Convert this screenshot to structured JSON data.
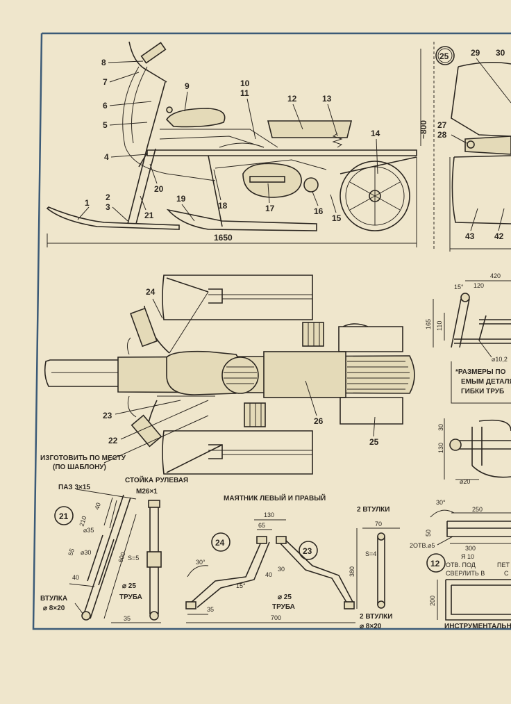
{
  "top_view": {
    "callouts": [
      "1",
      "2",
      "3",
      "4",
      "5",
      "6",
      "7",
      "8",
      "9",
      "10",
      "11",
      "12",
      "13",
      "14",
      "15",
      "16",
      "17",
      "18",
      "19",
      "20",
      "21"
    ],
    "dimensions": {
      "length": "1650",
      "height": "~800"
    },
    "badge": "25"
  },
  "right_view": {
    "callouts": [
      "29",
      "30",
      "27",
      "28",
      "43",
      "42"
    ],
    "dimensions": [
      "420",
      "15°",
      "120",
      "165",
      "110",
      "⌀10,2"
    ],
    "note": [
      "*РАЗМЕРЫ ПО",
      "ЕМЫМ ДЕТАЛЯ",
      "ГИБКИ ТРУБ"
    ],
    "dims2": [
      "30",
      "130",
      "⌀20",
      "250",
      "300",
      "50",
      "2ОТВ.⌀5",
      "Я 10",
      "ОТВ. ПОД",
      "СВЕРЛИТЬ В",
      "200",
      "30°"
    ],
    "badge12": "12",
    "box_caption": "ИНСТРУМЕНТАЛЬНЫЙ",
    "box_text": [
      "ПЕТ",
      "С"
    ]
  },
  "plan_view": {
    "callouts": [
      "24",
      "23",
      "22",
      "26",
      "25"
    ],
    "note_line1": "ИЗГОТОВИТЬ ПО МЕСТУ",
    "note_line2": "(ПО ШАБЛОНУ)"
  },
  "steering_column": {
    "title": "СТОЙКА РУЛЕВАЯ",
    "badge": "21",
    "slot": "ПАЗ 3×15",
    "thread": "M26×1",
    "dims": [
      "40",
      "210",
      "⌀35",
      "⌀30",
      "55",
      "600",
      "40"
    ],
    "wall": "S=5",
    "tube_dia": "⌀ 25",
    "tube": "ТРУБА",
    "bushing": "ВТУЛКА",
    "bushing_size": "⌀ 8×20",
    "bottom": "35"
  },
  "pendulum": {
    "title": "МАЯТНИК ЛЕВЫЙ И ПРАВЫЙ",
    "badge_left": "24",
    "badge_right": "23",
    "dims": [
      "130",
      "65",
      "40",
      "30",
      "30°",
      "15°",
      "35",
      "380",
      "700"
    ],
    "tube_dia": "⌀ 25",
    "tube": "ТРУБА",
    "bushings_top": "2 ВТУЛКИ",
    "bushings_bottom": "2 ВТУЛКИ",
    "bushing_size": "⌀ 8×20",
    "top_dim": "70",
    "wall": "S=4"
  },
  "colors": {
    "paper": "#efe6cc",
    "ink": "#2b2620",
    "frame": "#3b5a77"
  }
}
